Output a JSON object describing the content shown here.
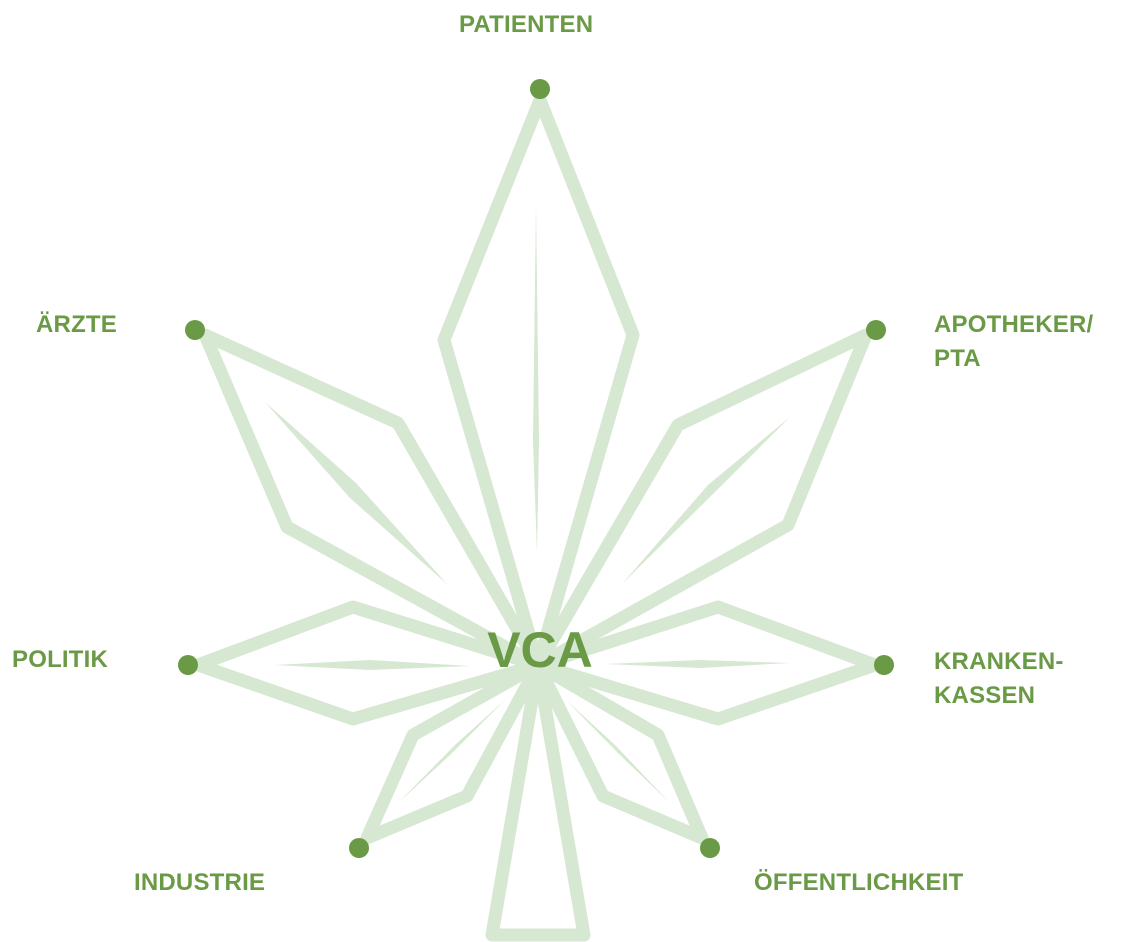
{
  "center": {
    "label": "VCA"
  },
  "nodes": [
    {
      "key": "patienten",
      "lines": [
        "PATIENTEN"
      ]
    },
    {
      "key": "apotheker",
      "lines": [
        "APOTHEKER/",
        "PTA"
      ]
    },
    {
      "key": "krankenkassen",
      "lines": [
        "KRANKEN-",
        "KASSEN"
      ]
    },
    {
      "key": "oeffentlichkeit",
      "lines": [
        "ÖFFENTLICHKEIT"
      ]
    },
    {
      "key": "industrie",
      "lines": [
        "INDUSTRIE"
      ]
    },
    {
      "key": "politik",
      "lines": [
        "POLITIK"
      ]
    },
    {
      "key": "aerzte",
      "lines": [
        "ÄRZTE"
      ]
    }
  ],
  "colors": {
    "label": "#6a9a45",
    "node": "#6a9a45",
    "leaf": "#d6e7d2"
  },
  "icons": {
    "background": "cannabis-leaf-outline-icon"
  }
}
